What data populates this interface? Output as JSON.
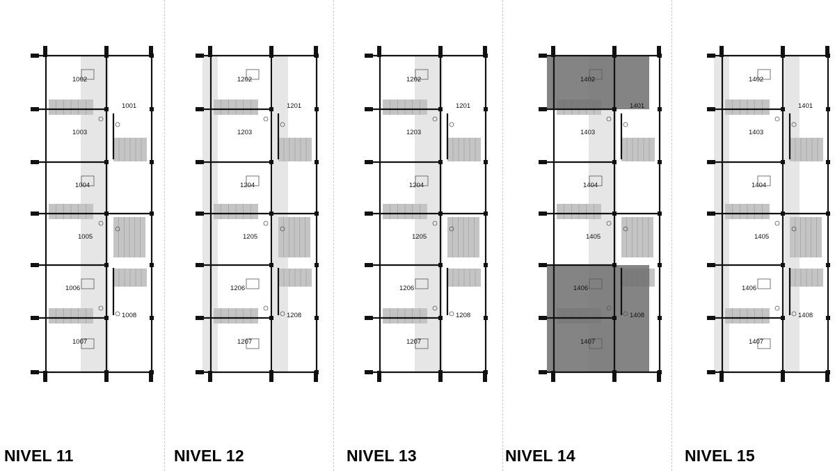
{
  "levels": [
    {
      "title": "NIVEL 11",
      "units": [
        "1001",
        "1002",
        "1003",
        "1004",
        "1005",
        "1006",
        "1007",
        "1008"
      ],
      "variant": "a",
      "highlighted": []
    },
    {
      "title": "NIVEL 12",
      "units": [
        "1201",
        "1202",
        "1203",
        "1204",
        "1205",
        "1206",
        "1207",
        "1208"
      ],
      "variant": "b",
      "highlighted": []
    },
    {
      "title": "NIVEL 13",
      "units": [
        "1201",
        "1202",
        "1203",
        "1204",
        "1205",
        "1206",
        "1207",
        "1208"
      ],
      "variant": "a",
      "highlighted": []
    },
    {
      "title": "NIVEL 14",
      "units": [
        "1401",
        "1402",
        "1403",
        "1404",
        "1405",
        "1406",
        "1407",
        "1408"
      ],
      "variant": "a",
      "highlighted": [
        "1402",
        "1406",
        "1407"
      ]
    },
    {
      "title": "NIVEL 15",
      "units": [
        "1401",
        "1402",
        "1403",
        "1404",
        "1405",
        "1406",
        "1407",
        "1408"
      ],
      "variant": "b",
      "highlighted": []
    }
  ],
  "colors": {
    "wall": "#111111",
    "corridor": "#e6e6e6",
    "stair": "#c4c4c4",
    "highlight": "#6e6e6e",
    "divider": "#c8c8c8"
  }
}
